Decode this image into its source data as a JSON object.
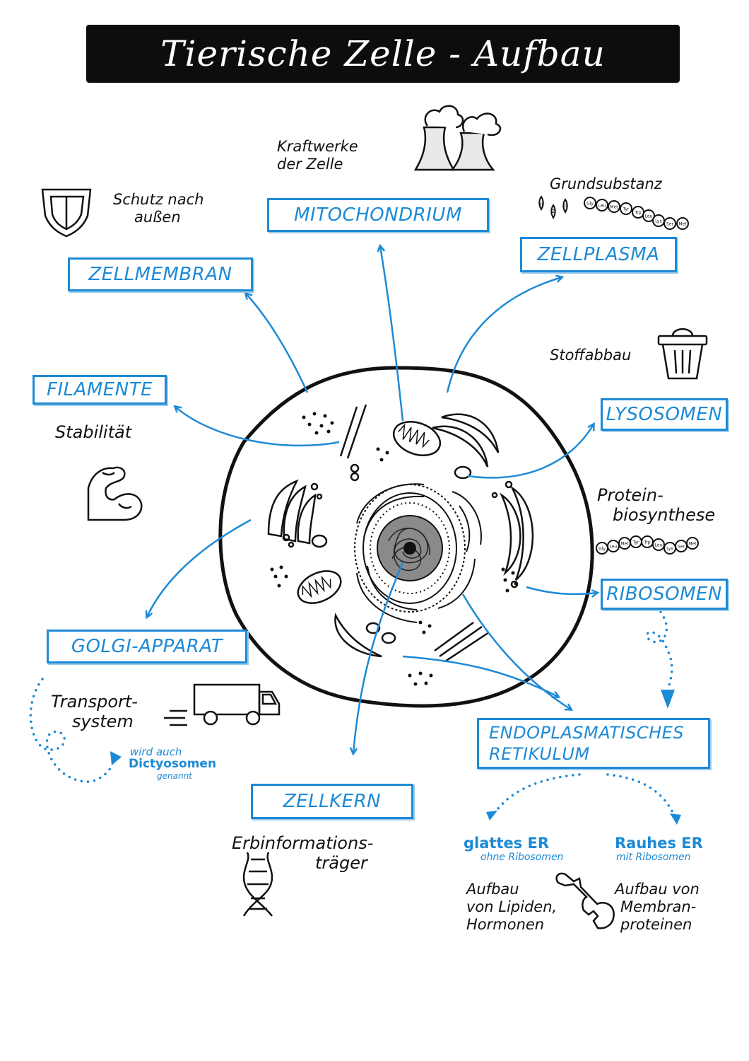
{
  "title": "Tierische Zelle - Aufbau",
  "colors": {
    "accent": "#1d8ad6",
    "ink": "#111111",
    "nucleus": "#8a8a8a",
    "title_bg": "#0d0d0d"
  },
  "organelles": {
    "mitochondrium": {
      "label": "MITOCHONDRIUM",
      "note": [
        "Kraftwerke",
        "der Zelle"
      ],
      "icon": "power-plant-icon"
    },
    "zellmembran": {
      "label": "ZELLMEMBRAN",
      "note": [
        "Schutz nach",
        "außen"
      ],
      "icon": "shield-icon"
    },
    "zellplasma": {
      "label": "ZELLPLASMA",
      "note": "Grundsubstanz",
      "icon": "molecule-chain-icon"
    },
    "filamente": {
      "label": "FILAMENTE",
      "note": "Stabilität",
      "icon": "flexed-arm-icon"
    },
    "lysosomen": {
      "label": "LYSOSOMEN",
      "note": "Stoffabbau",
      "icon": "trash-can-icon"
    },
    "ribosomen": {
      "label": "RIBOSOMEN",
      "note": [
        "Protein-",
        "biosynthese"
      ],
      "icon": "amino-acid-chain-icon"
    },
    "golgi": {
      "label": "GOLGI-APPARAT",
      "note": [
        "Transport-",
        "system"
      ],
      "alias": [
        "wird auch",
        "Dictyosomen",
        "genannt"
      ],
      "icon": "truck-icon"
    },
    "er": {
      "label": [
        "ENDOPLASMATISCHES",
        "RETIKULUM"
      ]
    },
    "zellkern": {
      "label": "ZELLKERN",
      "note": [
        "Erbinformations-",
        "träger"
      ],
      "icon": "dna-icon"
    }
  },
  "er_types": {
    "glatt": {
      "title": "glattes ER",
      "sub": "ohne Ribosomen",
      "function": [
        "Aufbau",
        "von Lipiden,",
        "Hormonen"
      ]
    },
    "rau": {
      "title": "Rauhes ER",
      "sub": "mit Ribosomen",
      "function": [
        "Aufbau von",
        "Membran-",
        "proteinen"
      ]
    },
    "icon": "wrench-icon"
  },
  "molecule_labels": [
    "Gly",
    "Leu",
    "Met",
    "Tyr",
    "Trp",
    "Leu",
    "Lys",
    "Ser",
    "Met"
  ],
  "water_labels": [
    "H",
    "2",
    "O"
  ]
}
